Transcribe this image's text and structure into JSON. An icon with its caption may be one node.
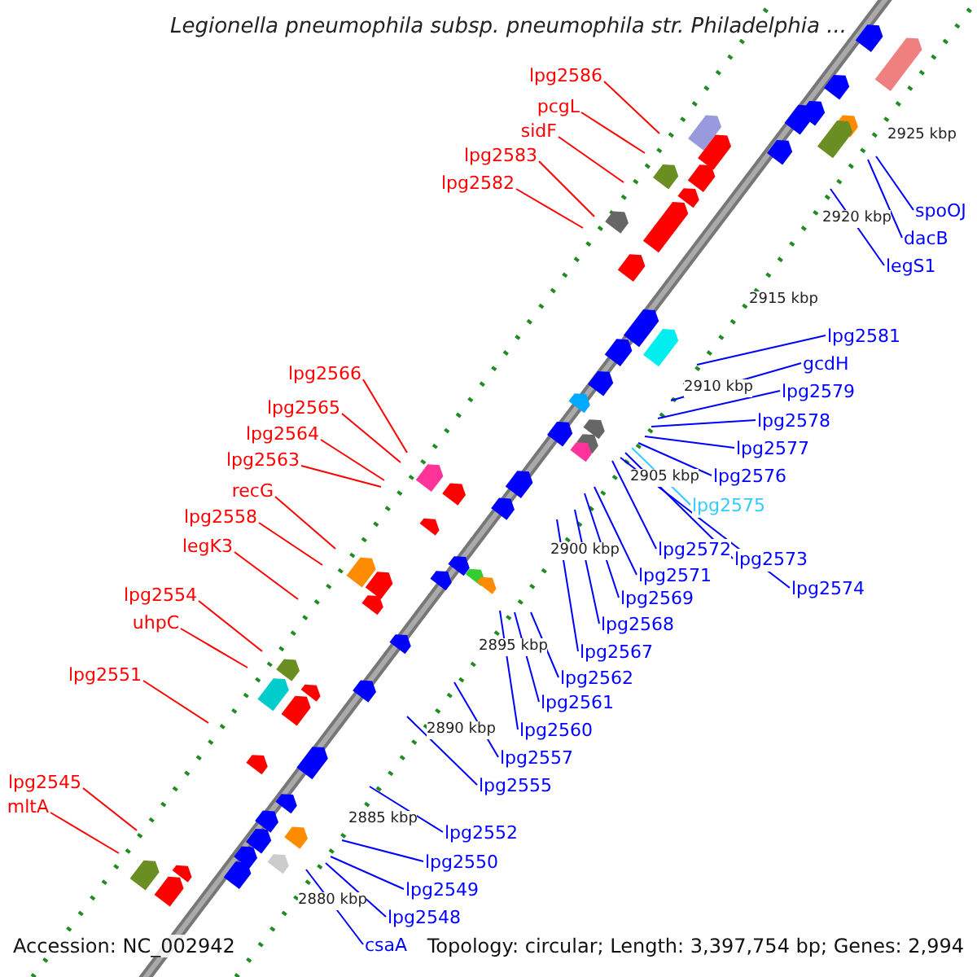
{
  "diagram": {
    "title": "Legionella pneumophila subsp. pneumophila str. Philadelphia ...",
    "nodes": [
      {
        "text": [
          "lpg2586"
        ]
      },
      {
        "text": [
          "pcgL"
        ]
      },
      {
        "text": [
          "sidF"
        ]
      },
      {
        "text": [
          "lpg2583"
        ]
      },
      {
        "text": [
          "lpg2582"
        ]
      },
      {
        "text": [
          "lpg2566"
        ]
      },
      {
        "text": [
          "lpg2565"
        ]
      },
      {
        "text": [
          "lpg2564"
        ]
      },
      {
        "text": [
          "lpg2563"
        ]
      },
      {
        "text": [
          "recG"
        ]
      },
      {
        "text": [
          "lpg2558"
        ]
      },
      {
        "text": [
          "legK3"
        ]
      },
      {
        "text": [
          "lpg2554"
        ]
      },
      {
        "text": [
          "uhpC"
        ]
      },
      {
        "text": [
          "lpg2551"
        ]
      },
      {
        "text": [
          "lpg2545"
        ]
      },
      {
        "text": [
          "mltA"
        ]
      },
      {
        "text": [
          "spoOJ"
        ]
      },
      {
        "text": [
          "dacB"
        ]
      },
      {
        "text": [
          "legS1"
        ]
      },
      {
        "text": [
          "lpg2581"
        ]
      },
      {
        "text": [
          "gcdH"
        ]
      },
      {
        "text": [
          "lpg2579"
        ]
      },
      {
        "text": [
          "lpg2578"
        ]
      },
      {
        "text": [
          "lpg2577"
        ]
      },
      {
        "text": [
          "lpg2576"
        ]
      },
      {
        "text": [
          "lpg2575"
        ]
      },
      {
        "text": [
          "lpg2572"
        ]
      },
      {
        "text": [
          "lpg2573"
        ]
      },
      {
        "text": [
          "lpg2574"
        ]
      },
      {
        "text": [
          "lpg2571"
        ]
      },
      {
        "text": [
          "lpg2569"
        ]
      },
      {
        "text": [
          "lpg2568"
        ]
      },
      {
        "text": [
          "lpg2567"
        ]
      },
      {
        "text": [
          "lpg2562"
        ]
      },
      {
        "text": [
          "lpg2561"
        ]
      },
      {
        "text": [
          "lpg2560"
        ]
      },
      {
        "text": [
          "lpg2557"
        ]
      },
      {
        "text": [
          "lpg2555"
        ]
      },
      {
        "text": [
          "lpg2552"
        ]
      },
      {
        "text": [
          "lpg2550"
        ]
      },
      {
        "text": [
          "lpg2549"
        ]
      },
      {
        "text": [
          "lpg2548"
        ]
      },
      {
        "text": [
          "csaA"
        ]
      }
    ],
    "edges": [
      {
        "from": 0,
        "to": null,
        "arrow": "none",
        "color": "#ff0000"
      },
      {
        "from": 1,
        "to": null,
        "arrow": "none",
        "color": "#ff0000"
      },
      {
        "from": 2,
        "to": null,
        "arrow": "none",
        "color": "#ff0000"
      },
      {
        "from": 3,
        "to": null,
        "arrow": "none",
        "color": "#ff0000"
      },
      {
        "from": 4,
        "to": null,
        "arrow": "none",
        "color": "#ff0000"
      },
      {
        "from": 5,
        "to": null,
        "arrow": "none",
        "color": "#ff0000"
      },
      {
        "from": 6,
        "to": null,
        "arrow": "none",
        "color": "#ff0000"
      },
      {
        "from": 7,
        "to": null,
        "arrow": "none",
        "color": "#ff0000"
      },
      {
        "from": 8,
        "to": null,
        "arrow": "none",
        "color": "#ff0000"
      },
      {
        "from": 9,
        "to": null,
        "arrow": "none",
        "color": "#ff0000"
      },
      {
        "from": 10,
        "to": null,
        "arrow": "none",
        "color": "#ff0000"
      },
      {
        "from": 11,
        "to": null,
        "arrow": "none",
        "color": "#ff0000"
      },
      {
        "from": 12,
        "to": null,
        "arrow": "none",
        "color": "#ff0000"
      },
      {
        "from": 13,
        "to": null,
        "arrow": "none",
        "color": "#ff0000"
      },
      {
        "from": 14,
        "to": null,
        "arrow": "none",
        "color": "#ff0000"
      },
      {
        "from": 15,
        "to": null,
        "arrow": "none",
        "color": "#ff0000"
      },
      {
        "from": 16,
        "to": null,
        "arrow": "none",
        "color": "#ff0000"
      },
      {
        "from": 17,
        "to": null,
        "arrow": "none"
      },
      {
        "from": 18,
        "to": null,
        "arrow": "none"
      },
      {
        "from": 19,
        "to": null,
        "arrow": "none"
      },
      {
        "from": 20,
        "to": null,
        "arrow": "none"
      },
      {
        "from": 21,
        "to": null,
        "arrow": "none"
      },
      {
        "from": 22,
        "to": null,
        "arrow": "none"
      },
      {
        "from": 23,
        "to": null,
        "arrow": "none"
      },
      {
        "from": 24,
        "to": null,
        "arrow": "none"
      },
      {
        "from": 25,
        "to": null,
        "arrow": "none"
      },
      {
        "from": 26,
        "to": null,
        "arrow": "none",
        "color": "#33ccff"
      },
      {
        "from": 27,
        "to": null,
        "arrow": "none"
      },
      {
        "from": 28,
        "to": null,
        "arrow": "none"
      },
      {
        "from": 29,
        "to": null,
        "arrow": "none"
      },
      {
        "from": 30,
        "to": null,
        "arrow": "none"
      },
      {
        "from": 31,
        "to": null,
        "arrow": "none"
      },
      {
        "from": 32,
        "to": null,
        "arrow": "none"
      },
      {
        "from": 33,
        "to": null,
        "arrow": "none"
      },
      {
        "from": 34,
        "to": null,
        "arrow": "none"
      },
      {
        "from": 35,
        "to": null,
        "arrow": "none"
      },
      {
        "from": 36,
        "to": null,
        "arrow": "none"
      },
      {
        "from": 37,
        "to": null,
        "arrow": "none"
      },
      {
        "from": 38,
        "to": null,
        "arrow": "none"
      },
      {
        "from": 39,
        "to": null,
        "arrow": "none"
      },
      {
        "from": 40,
        "to": null,
        "arrow": "none"
      },
      {
        "from": 41,
        "to": null,
        "arrow": "none"
      },
      {
        "from": 42,
        "to": null,
        "arrow": "none"
      },
      {
        "from": 43,
        "to": null,
        "arrow": "none"
      }
    ],
    "labels": [
      "2925 kbp",
      "2920 kbp",
      "2915 kbp",
      "2910 kbp",
      "2905 kbp",
      "2900 kbp",
      "2895 kbp",
      "2890 kbp",
      "2885 kbp",
      "2880 kbp",
      "Accession: NC_002942",
      "Topology: circular; Length: 3,397,754 bp; Genes: 2,994"
    ]
  }
}
